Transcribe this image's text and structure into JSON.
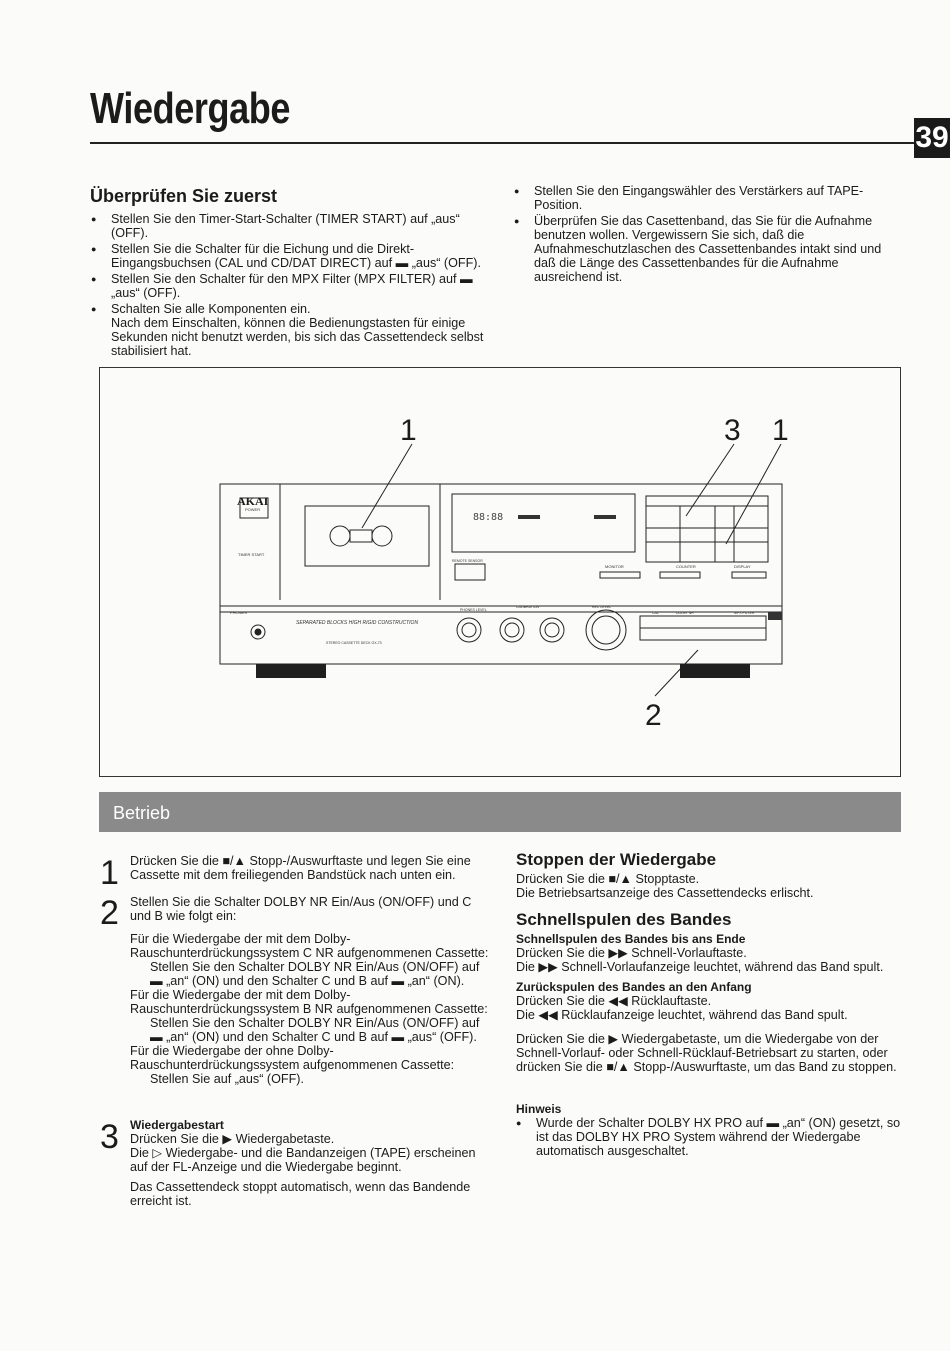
{
  "page": {
    "title": "Wiedergabe",
    "page_number": "39"
  },
  "check_first": {
    "heading": "Überprüfen Sie zuerst",
    "items": [
      "Stellen Sie den Timer-Start-Schalter (TIMER START) auf „aus“ (OFF).",
      "Stellen Sie die Schalter für die Eichung und die Direkt-Eingangsbuchsen (CAL und CD/DAT DIRECT) auf ▬ „aus“ (OFF).",
      "Stellen Sie den Schalter für den MPX Filter (MPX FILTER) auf ▬ „aus“ (OFF).",
      "Schalten Sie alle Komponenten ein.",
      "Nach dem Einschalten, können die Bedienungstasten für einige Sekunden nicht benutzt werden, bis sich das Cassettendeck selbst stabilisiert hat."
    ],
    "items_right": [
      "Stellen Sie den Eingangswähler des Verstärkers auf TAPE-Position.",
      "Überprüfen Sie das Casettenband, das Sie für die Aufnahme benutzen wollen. Vergewissern Sie sich, daß die Aufnahmeschutzlaschen des Cassettenbandes intakt sind und daß die Länge des Cassettenbandes für die Aufnahme ausreichend ist."
    ]
  },
  "figure": {
    "callouts": [
      "1",
      "3",
      "1",
      "2"
    ],
    "brand": "AKAI",
    "deck_text": "SEPARATED BLOCKS HIGH RIGID CONSTRUCTION",
    "deck_model": "STEREO CASSETTE DECK GX-73",
    "display_digits": "88:88",
    "labels": {
      "power": "POWER",
      "timer_start": "TIMER START",
      "phones": "PHONES",
      "monitor": "MONITOR",
      "counter": "COUNTER",
      "display": "DISPLAY",
      "remote_sensor": "REMOTE SENSOR",
      "phones_level": "PHONES LEVEL",
      "calibration": "CALIBRATION",
      "rec_level": "REC LEVEL",
      "cal": "CAL",
      "dolby_nr": "DOLBY NR",
      "mpx_filter": "MPX FILTER"
    }
  },
  "operation": {
    "banner": "Betrieb",
    "step1": {
      "num": "1",
      "text": "Drücken Sie die ■/▲ Stopp-/Auswurftaste und legen Sie eine Cassette mit dem freiliegenden Bandstück nach unten ein."
    },
    "step2": {
      "num": "2",
      "text": "Stellen Sie die Schalter DOLBY NR Ein/Aus (ON/OFF) und C und B wie folgt ein:",
      "c_intro": "Für die Wiedergabe der mit dem Dolby-Rauschunterdrückungssystem C NR aufgenommenen Cassette:",
      "c_set": "Stellen Sie den Schalter DOLBY NR Ein/Aus (ON/OFF) auf ▬ „an“ (ON) und den Schalter C und B auf ▬ „an“ (ON).",
      "b_intro": "Für die Wiedergabe der mit dem Dolby-Rauschunterdrückungssystem B NR aufgenommenen Cassette:",
      "b_set": "Stellen Sie den Schalter DOLBY NR Ein/Aus (ON/OFF) auf ▬ „an“ (ON) und den Schalter C und B auf ▬ „aus“ (OFF).",
      "none_intro": "Für die Wiedergabe der ohne Dolby-Rauschunterdrückungssystem aufgenommenen Cassette:",
      "none_set": "Stellen Sie auf „aus“ (OFF)."
    },
    "step3": {
      "num": "3",
      "heading": "Wiedergabestart",
      "line1": "Drücken Sie die ▶ Wiedergabetaste.",
      "line2": "Die ▷ Wiedergabe- und die Bandanzeigen (TAPE) erscheinen auf der FL-Anzeige und die Wiedergabe beginnt.",
      "line3": "Das Cassettendeck stoppt automatisch, wenn das Bandende erreicht ist."
    }
  },
  "stop": {
    "heading": "Stoppen der Wiedergabe",
    "line1": "Drücken Sie die ■/▲ Stopptaste.",
    "line2": "Die Betriebsartsanzeige des Cassettendecks erlischt."
  },
  "fast": {
    "heading": "Schnellspulen des Bandes",
    "ff_heading": "Schnellspulen des Bandes bis ans Ende",
    "ff_line1": "Drücken Sie die ▶▶ Schnell-Vorlauftaste.",
    "ff_line2": "Die ▶▶ Schnell-Vorlaufanzeige leuchtet, während das Band spult.",
    "rew_heading": "Zurückspulen des Bandes an den Anfang",
    "rew_line1": "Drücken Sie die ◀◀ Rücklauftaste.",
    "rew_line2": "Die ◀◀ Rücklaufanzeige leuchtet, während das Band spult.",
    "resume": "Drücken Sie die ▶ Wiedergabetaste, um die Wiedergabe von der Schnell-Vorlauf- oder Schnell-Rücklauf-Betriebsart zu starten, oder drücken Sie die ■/▲ Stopp-/Auswurftaste, um das Band zu stoppen."
  },
  "note": {
    "heading": "Hinweis",
    "text": "Wurde der Schalter DOLBY HX PRO auf ▬ „an“ (ON) gesetzt, so ist das DOLBY HX PRO System während der Wiedergabe automatisch ausgeschaltet."
  }
}
